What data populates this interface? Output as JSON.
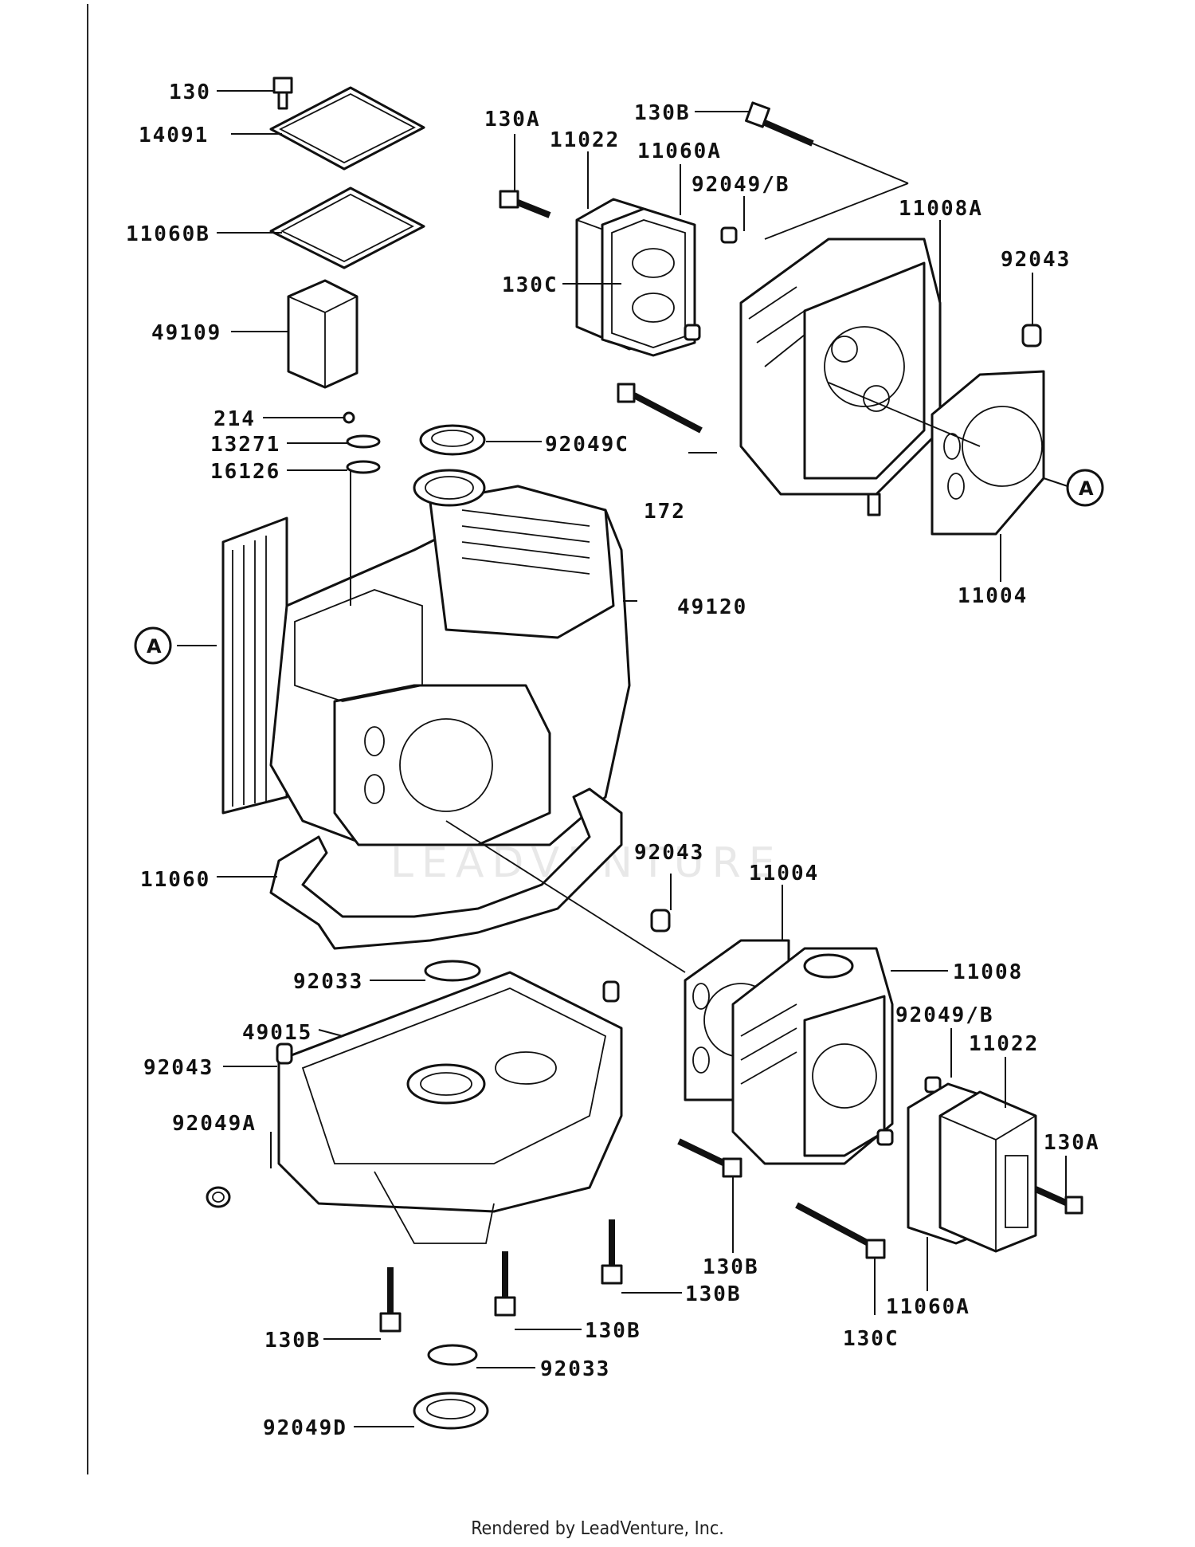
{
  "watermark": "LEADVENTURE",
  "footer": "Rendered by LeadVenture, Inc.",
  "callouts": {
    "a_left": "A",
    "a_right": "A"
  },
  "labels": [
    "130",
    "14091",
    "11060B",
    "49109",
    "214",
    "13271",
    "16126",
    "130A",
    "11022",
    "11060A",
    "130B",
    "92049/B",
    "11008A",
    "92043",
    "130C",
    "92049C",
    "172",
    "11004",
    "49120",
    "11060",
    "92043",
    "11004",
    "92033",
    "11008",
    "49015",
    "92049/B",
    "11022",
    "92043",
    "130A",
    "92049A",
    "130B",
    "130B",
    "130B",
    "130B",
    "11060A",
    "130C",
    "92033",
    "92049D"
  ]
}
